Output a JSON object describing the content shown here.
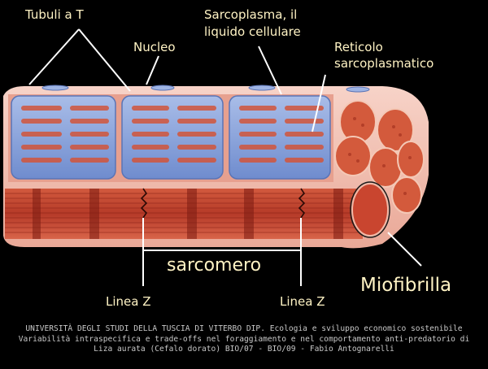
{
  "labels": {
    "tubuli": "Tubuli a T",
    "nucleo": "Nucleo",
    "sarcoplasma_line1": "Sarcoplasma, il",
    "sarcoplasma_line2": "liquido cellulare",
    "reticolo_line1": "Reticolo",
    "reticolo_line2": "sarcoplasmatico",
    "sarcomero": "sarcomero",
    "miofibrilla": "Miofibrilla",
    "linea_z_left": "Linea Z",
    "linea_z_right": "Linea Z"
  },
  "footer": {
    "line1": "UNIVERSITÀ DEGLI STUDI DELLA TUSCIA DI VITERBO DIP. Ecologia e sviluppo economico sostenibile",
    "line2": "Variabilità intraspecifica e trade-offs nel foraggiamento e nel comportamento anti-predatorio di",
    "line3": "Liza aurata (Cefalo dorato) BIO/07 - BIO/09 - Fabio Antognarelli"
  },
  "colors": {
    "background": "#000000",
    "label_text": "#fff3c4",
    "reticulum_blue": "#7f9bd6",
    "muscle_red": "#c0472f",
    "membrane_pink": "#f3c2b7"
  }
}
